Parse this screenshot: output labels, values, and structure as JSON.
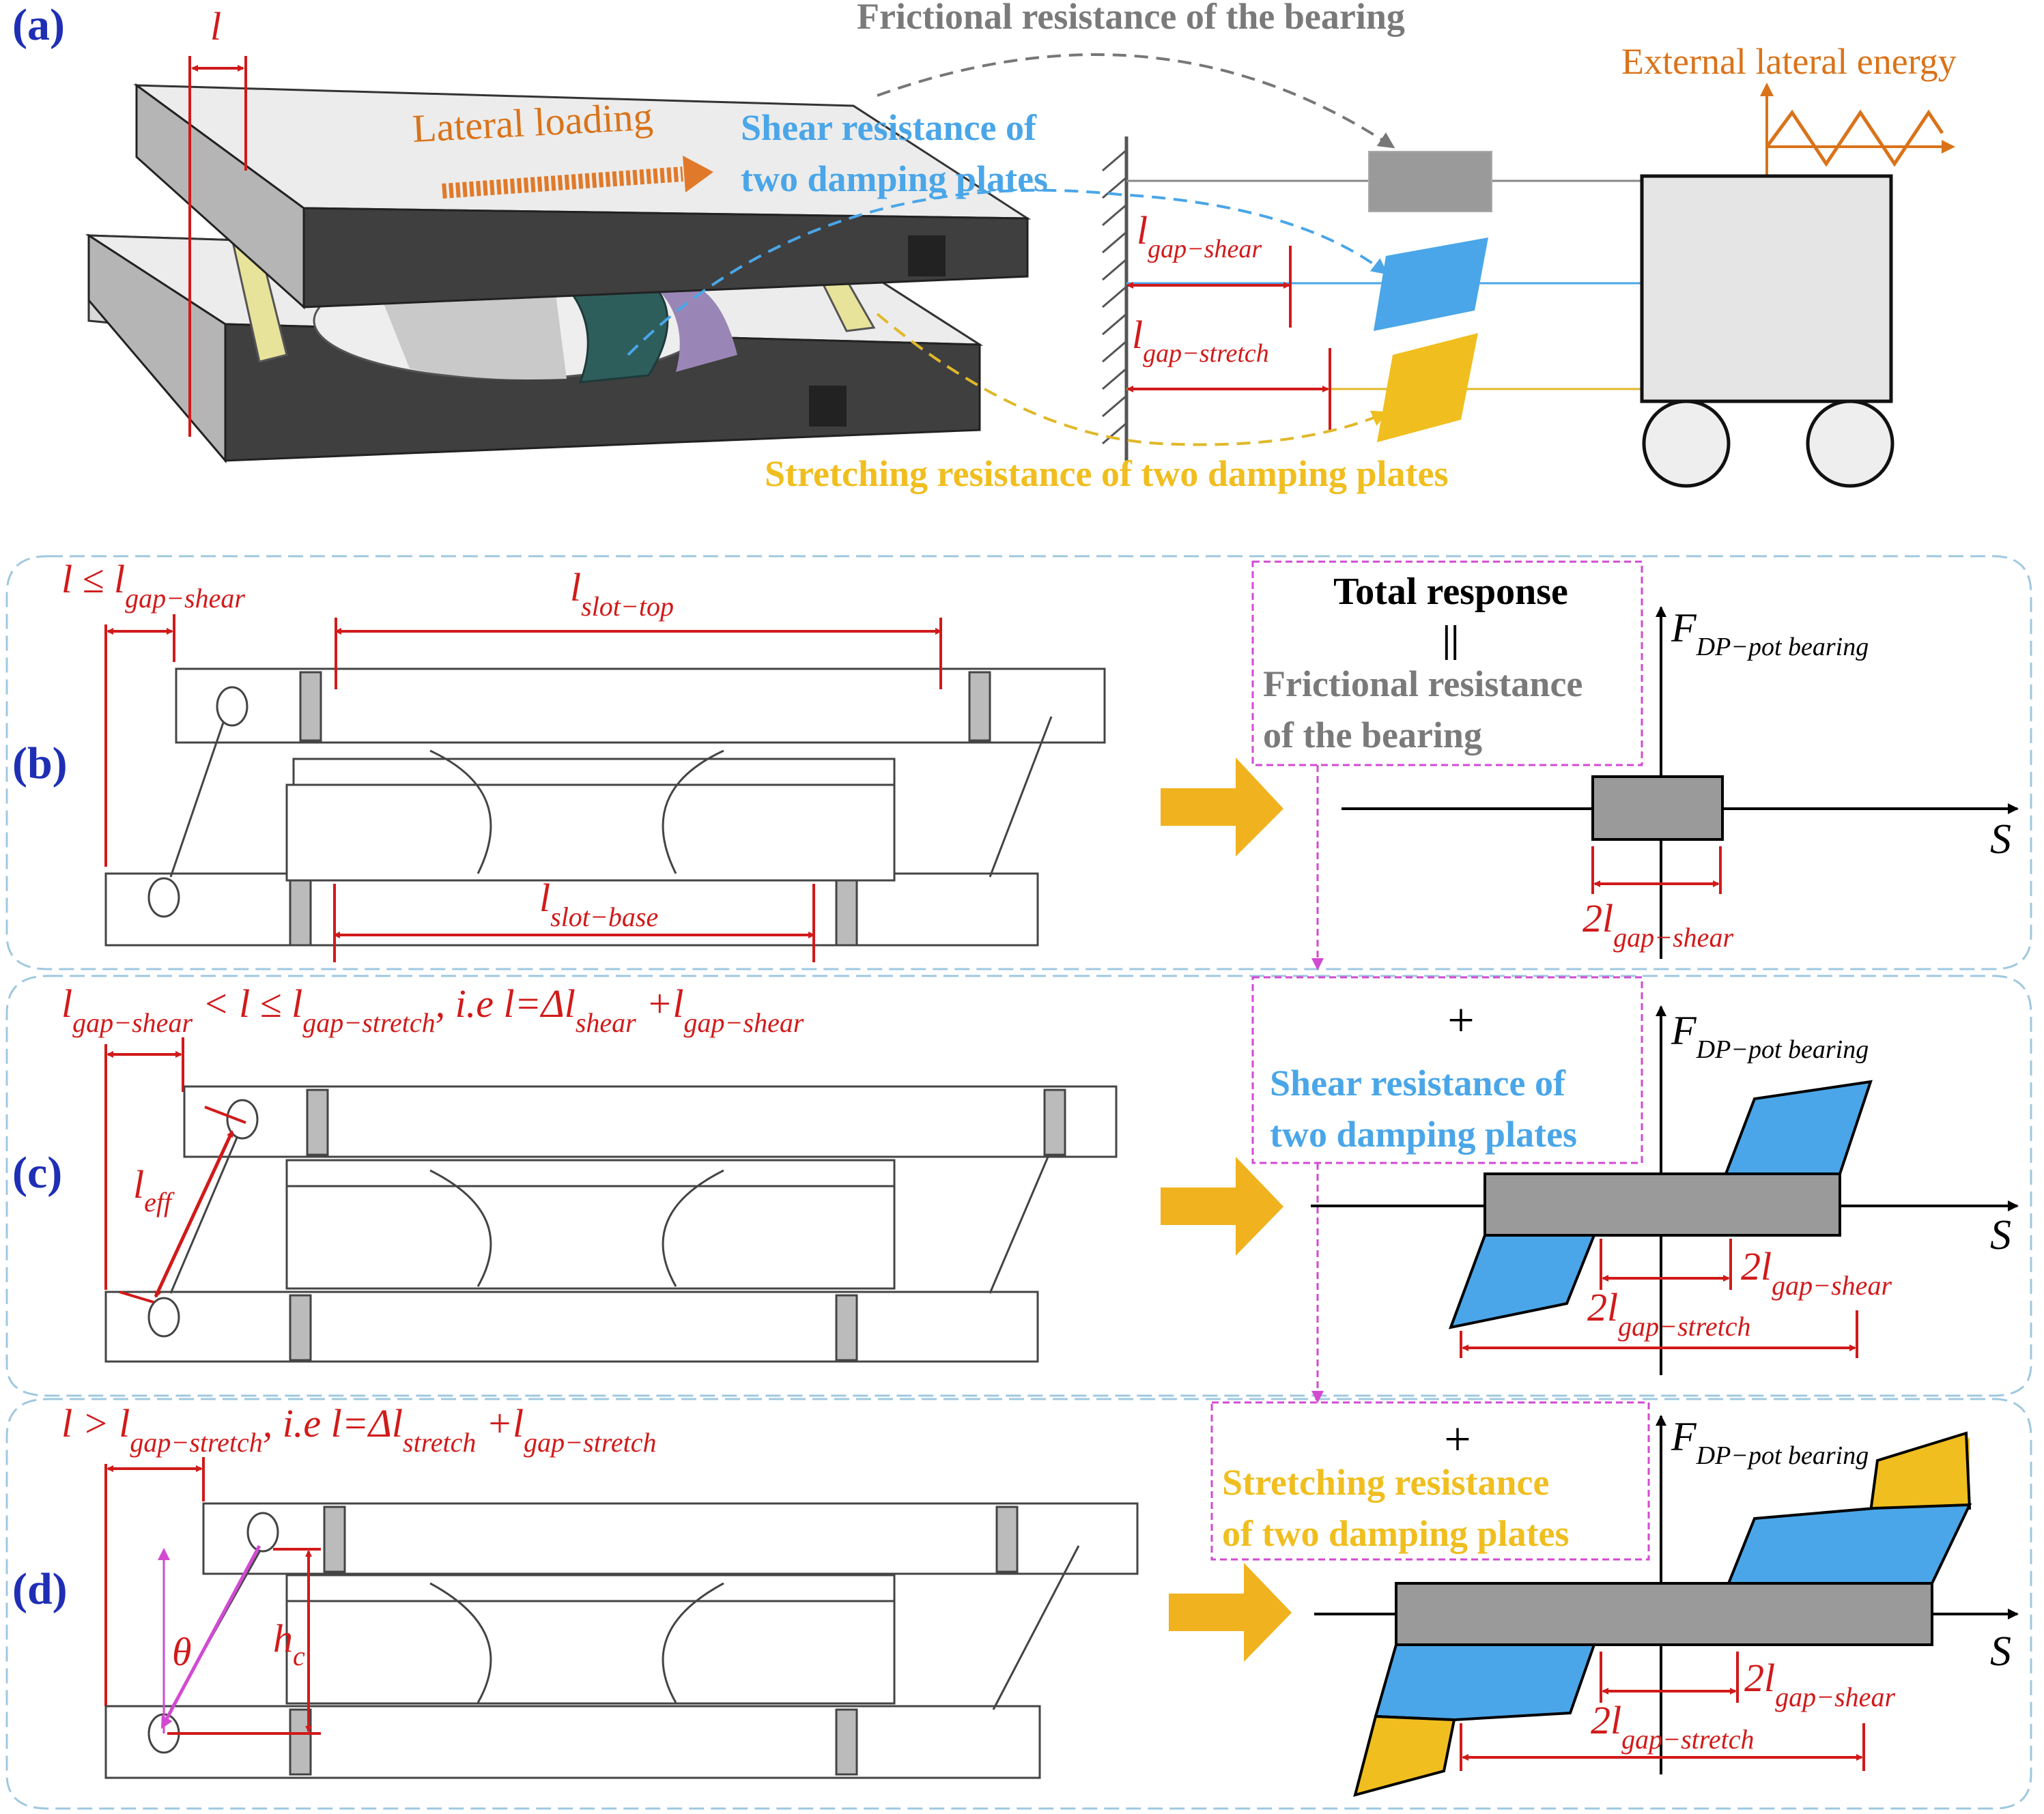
{
  "colors": {
    "panel_label": "#1f2fb5",
    "red": "#d11a1a",
    "orange": "#d9731a",
    "blue": "#4aa6e8",
    "yellow": "#f0be1e",
    "gray_fill": "#9a9a9a",
    "gray_text": "#7a7a7a",
    "magenta": "#d24ad2",
    "panel_border": "#9fc8e0",
    "arrow_yellow": "#f0b21e"
  },
  "panel_a": {
    "label": "(a)",
    "dim_l": "l",
    "lateral_loading": "Lateral loading",
    "frictional": "Frictional resistance of the bearing",
    "external_energy": "External lateral energy",
    "shear_res_line1": "Shear resistance of",
    "shear_res_line2": "two damping plates",
    "stretch_res": "Stretching resistance of two damping plates",
    "l_gap_shear": {
      "main": "l",
      "sub": "gap−shear"
    },
    "l_gap_stretch": {
      "main": "l",
      "sub": "gap−stretch"
    }
  },
  "panel_b": {
    "label": "(b)",
    "condition": {
      "main": "l ≤ l",
      "sub": "gap−shear"
    },
    "slot_top": {
      "main": "l",
      "sub": "slot−top"
    },
    "slot_base": {
      "main": "l",
      "sub": "slot−base"
    },
    "box_title": "Total response",
    "box_equals": "||",
    "box_line1": "Frictional resistance",
    "box_line2": "of the bearing",
    "axis_f": {
      "main": "F",
      "sub": "DP−pot bearing"
    },
    "axis_s": "S",
    "dim": {
      "main": "2l",
      "sub": "gap−shear"
    }
  },
  "panel_c": {
    "label": "(c)",
    "condition_parts": [
      "l",
      "gap−shear",
      " < l ≤ l",
      "gap−stretch",
      ", i.e l=Δl",
      "shear",
      " +l",
      "gap−shear"
    ],
    "l_eff": {
      "main": "l",
      "sub": "eff"
    },
    "box_plus": "+",
    "box_line1": "Shear resistance of",
    "box_line2": "two damping plates",
    "axis_f": {
      "main": "F",
      "sub": "DP−pot bearing"
    },
    "axis_s": "S",
    "dim_shear": {
      "main": "2l",
      "sub": "gap−shear"
    },
    "dim_stretch": {
      "main": "2l",
      "sub": "gap−stretch"
    }
  },
  "panel_d": {
    "label": "(d)",
    "condition_parts": [
      "l > l",
      "gap−stretch",
      ", i.e l=Δl",
      "stretch",
      " +l",
      "gap−stretch"
    ],
    "theta": "θ",
    "h_c": {
      "main": "h",
      "sub": "c"
    },
    "box_plus": "+",
    "box_line1": "Stretching resistance",
    "box_line2": "of two damping plates",
    "axis_f": {
      "main": "F",
      "sub": "DP−pot bearing"
    },
    "axis_s": "S",
    "dim_shear": {
      "main": "2l",
      "sub": "gap−shear"
    },
    "dim_stretch": {
      "main": "2l",
      "sub": "gap−stretch"
    }
  }
}
